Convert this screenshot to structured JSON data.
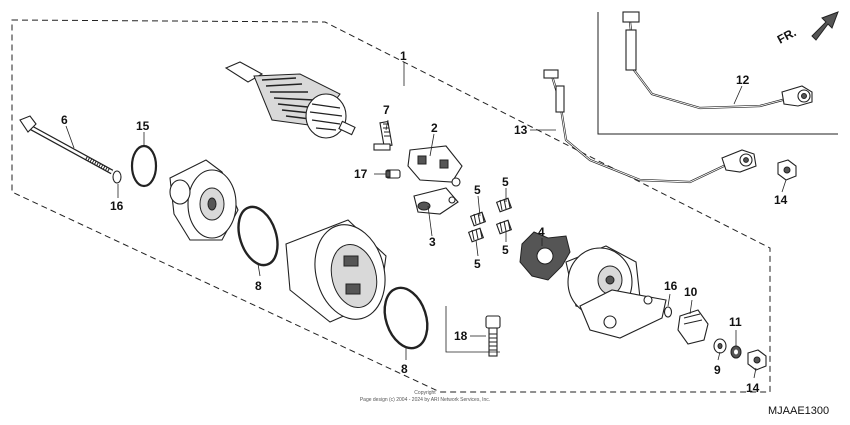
{
  "diagram": {
    "part_code": "MJAAE1300",
    "direction_label": "FR.",
    "copyright": {
      "line1": "Copyright",
      "line2": "Page design (c) 2004 - 2024 by ARI Network Services, Inc."
    },
    "callouts": [
      "1",
      "2",
      "3",
      "4",
      "5",
      "6",
      "7",
      "8",
      "9",
      "10",
      "11",
      "12",
      "13",
      "14",
      "15",
      "16",
      "17",
      "18"
    ]
  }
}
